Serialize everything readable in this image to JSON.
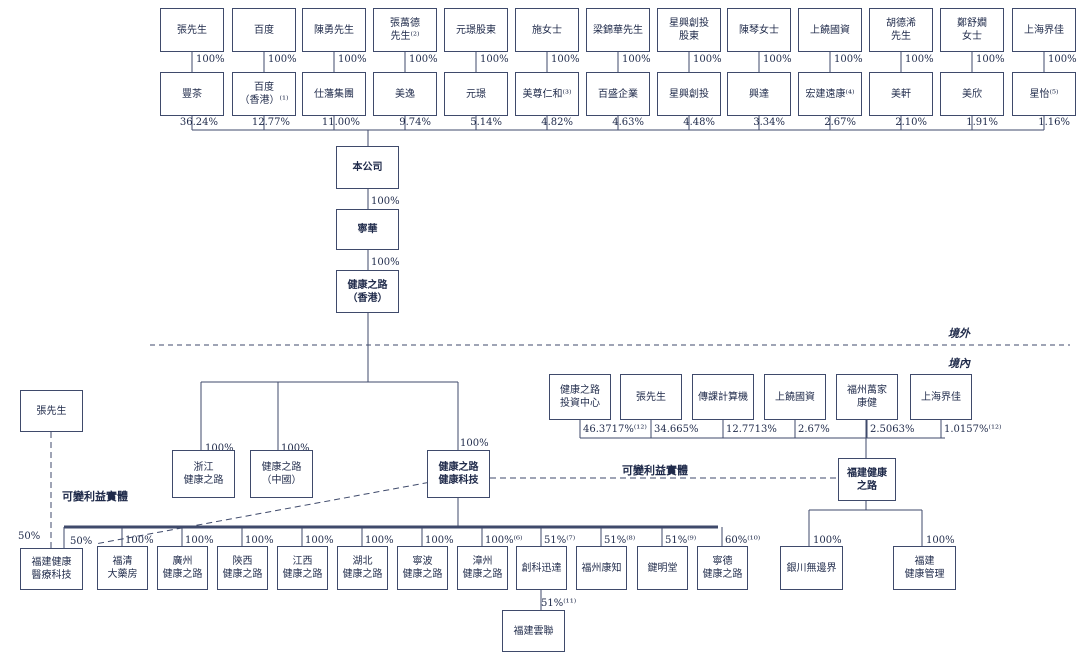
{
  "top_owners": [
    "張先生",
    "百度",
    "陳勇先生",
    "張萬德\n先生⁽²⁾",
    "元璟股東",
    "施女士",
    "梁錦華先生",
    "星興創投\n股東",
    "陳琴女士",
    "上饒國資",
    "胡德浠\n先生",
    "鄭舒嫺\n女士",
    "上海界佳"
  ],
  "owner_pct": "100%",
  "holders": [
    "豐茶",
    "百度\n（香港）⁽¹⁾",
    "仕藩集團",
    "美逸",
    "元璟",
    "美尊仁和⁽³⁾",
    "百盛企業",
    "星興創投",
    "興達",
    "宏建遠康⁽⁴⁾",
    "美軒",
    "美欣",
    "星怡⁽⁵⁾"
  ],
  "holder_pcts": [
    "36.24%",
    "12.77%",
    "11.00%",
    "9.74%",
    "5.14%",
    "4.82%",
    "4.63%",
    "4.48%",
    "3.34%",
    "2.67%",
    "2.10%",
    "1.91%",
    "1.16%"
  ],
  "company": "本公司",
  "ninghua": "寧華",
  "hk": "健康之路\n（香港）",
  "pct_100": "100%",
  "offshore": "境外",
  "onshore": "境內",
  "zhejiang": "浙江\n健康之路",
  "china": "健康之路\n（中國）",
  "tech": "健康之路\n健康科技",
  "vie_label": "可變利益實體",
  "zhang_left": "張先生",
  "fujian_med": "福建健康\n醫療科技",
  "pct_50": "50%",
  "pct_50b": "50%",
  "subs": [
    "福清\n大藥房",
    "廣州\n健康之路",
    "陝西\n健康之路",
    "江西\n健康之路",
    "湖北\n健康之路",
    "寧波\n健康之路",
    "漳州\n健康之路",
    "創科迅達",
    "福州康知",
    "鍵明堂",
    "寧德\n健康之路"
  ],
  "sub_pcts": [
    "100%",
    "100%",
    "100%",
    "100%",
    "100%",
    "100%",
    "100%⁽⁶⁾",
    "51%⁽⁷⁾",
    "51%⁽⁸⁾",
    "51%⁽⁹⁾",
    "60%⁽¹⁰⁾"
  ],
  "yunlian": "福建雲聯",
  "yunlian_pct": "51%⁽¹¹⁾",
  "vie_owners": [
    "健康之路\n投資中心",
    "張先生",
    "傳課計算機",
    "上饒國資",
    "福州萬家\n康健",
    "上海界佳"
  ],
  "vie_owner_pcts": [
    "46.3717%⁽¹²⁾",
    "34.665%",
    "12.7713%",
    "2.67%",
    "2.5063%",
    "1.0157%⁽¹²⁾"
  ],
  "vie_entity": "福建健康\n之路",
  "vie_subs": [
    "銀川無邊界",
    "福建\n健康管理"
  ],
  "vie_sub_pcts": [
    "100%",
    "100%"
  ]
}
